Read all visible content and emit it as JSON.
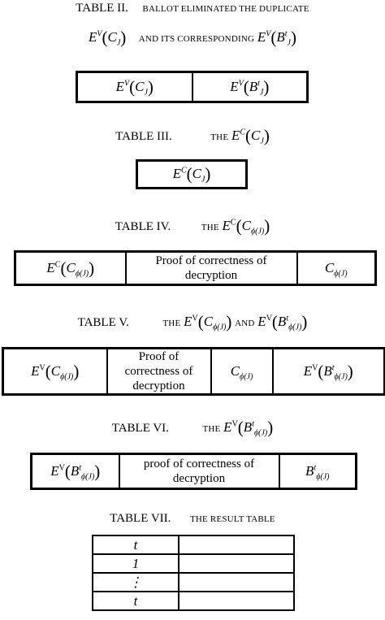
{
  "t2": {
    "label": "TABLE II.",
    "caption_line1": "BALLOT ELIMINATED THE DUPLICATE",
    "caption_and": "AND ITS CORRESPONDING",
    "E": "E",
    "V": "V",
    "C": "C",
    "J": "J",
    "B": "B",
    "t": "t"
  },
  "t3": {
    "label": "TABLE III.",
    "the": "THE",
    "E": "E",
    "Csup": "C",
    "C": "C",
    "J": "J"
  },
  "t4": {
    "label": "TABLE IV.",
    "the": "THE",
    "proof": "Proof of correctness of decryption",
    "phiJ": "ϕ(J)"
  },
  "t5": {
    "label": "TABLE V.",
    "the": "THE",
    "and": "AND",
    "proof": "Proof of correctness of decryption",
    "phiJ": "ϕ(J)"
  },
  "t6": {
    "label": "TABLE VI.",
    "the": "THE",
    "proof": "proof of correctness of decryption",
    "phiJ": "ϕ(J)"
  },
  "t7": {
    "label": "TABLE VII.",
    "caption": "THE RESULT TABLE",
    "rows": [
      [
        "t",
        ""
      ],
      [
        "1",
        ""
      ],
      [
        "⋮",
        ""
      ],
      [
        "t",
        ""
      ]
    ]
  }
}
